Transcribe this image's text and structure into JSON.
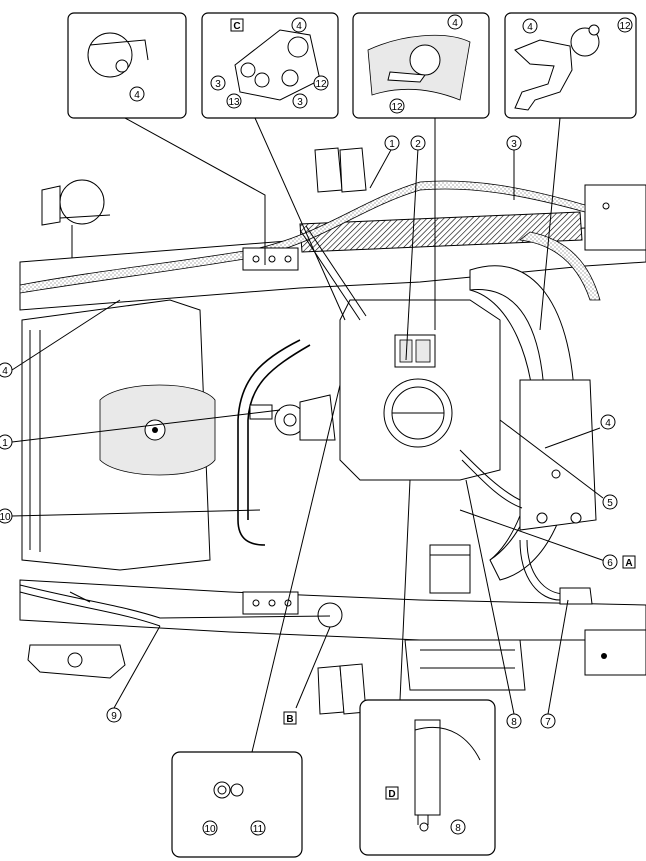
{
  "diagram": {
    "callouts": {
      "c1": "1",
      "c2": "2",
      "c3": "3",
      "c4": "4",
      "c5": "5",
      "c6": "6",
      "c7": "7",
      "c8": "8",
      "c9": "9",
      "c10": "10",
      "c11": "11",
      "c12": "12",
      "c13": "13"
    },
    "box_labels": {
      "A": "A",
      "B": "B",
      "C": "C",
      "D": "D"
    }
  }
}
